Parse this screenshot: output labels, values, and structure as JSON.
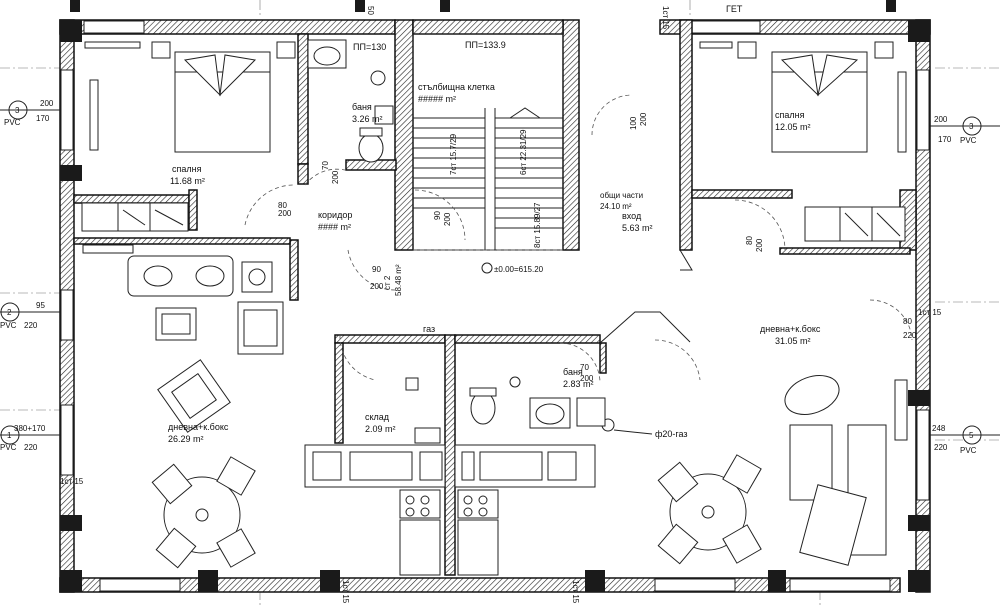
{
  "rooms": {
    "bedroom_left": {
      "name": "спалня",
      "area": "11.68 m²"
    },
    "bath_left": {
      "name": "баня",
      "area": "3.26 m²"
    },
    "corridor": {
      "name": "коридор",
      "area": "#### m²"
    },
    "stair": {
      "name": "стълбищна клетка",
      "area": "##### m²"
    },
    "common": {
      "name": "общи части",
      "area": "24.10 m²"
    },
    "entrance": {
      "name": "вход",
      "area": "5.63 m²"
    },
    "bedroom_right": {
      "name": "спалня",
      "area": "12.05 m²"
    },
    "living_right": {
      "name": "дневна+к.бокс",
      "area": "31.05 m²"
    },
    "living_left": {
      "name": "дневна+к.бокс",
      "area": "26.29 m²"
    },
    "storage": {
      "name": "склад",
      "area": "2.09 m²"
    },
    "bath_center": {
      "name": "баня",
      "area": "2.83 m²"
    }
  },
  "labels": {
    "pp130": "ПП=130",
    "pp133": "ПП=133.9",
    "level": "±0.00=615.20",
    "gas": "газ",
    "gas_pipe": "ф20-газ",
    "get": "ГЕТ",
    "top_50": "50",
    "top_15": "1ст 15",
    "left_15": "1ст 15",
    "bottom_15a": "1ст 15",
    "bottom_15b": "1ст 15",
    "right_15": "1ст 15",
    "stair_a": "7ст 15.7/29",
    "stair_b": "6ст 22.31/29",
    "stair_c": "8ст 15.89/27",
    "stair_d": "ст 2",
    "stair_e": "58.48 m²"
  },
  "windows": [
    {
      "id": "3",
      "type": "PVC",
      "width": "200",
      "height": "170"
    },
    {
      "id": "3",
      "type": "PVC",
      "width": "200",
      "height": "170"
    },
    {
      "id": "2",
      "type": "PVC",
      "width": "95",
      "height": "220"
    },
    {
      "id": "1",
      "type": "PVC",
      "width": "380+170",
      "height": "220"
    },
    {
      "id": "5",
      "type": "PVC",
      "width": "248",
      "height": "220"
    }
  ],
  "doors": {
    "d_bed_left": {
      "w": "80",
      "h": "200"
    },
    "d_bath_left": {
      "w": "70",
      "h": "200"
    },
    "d_entry_left": {
      "w": "90",
      "h": "200"
    },
    "d_stair": {
      "w": "90",
      "h": "200"
    },
    "d_bed_right": {
      "w": "80",
      "h": "200"
    },
    "d_bath_right": {
      "w": "100",
      "h": "200"
    },
    "d_living_right": {
      "w": "80",
      "h": "220"
    },
    "d_bath_center": {
      "w": "70",
      "h": "200"
    }
  }
}
